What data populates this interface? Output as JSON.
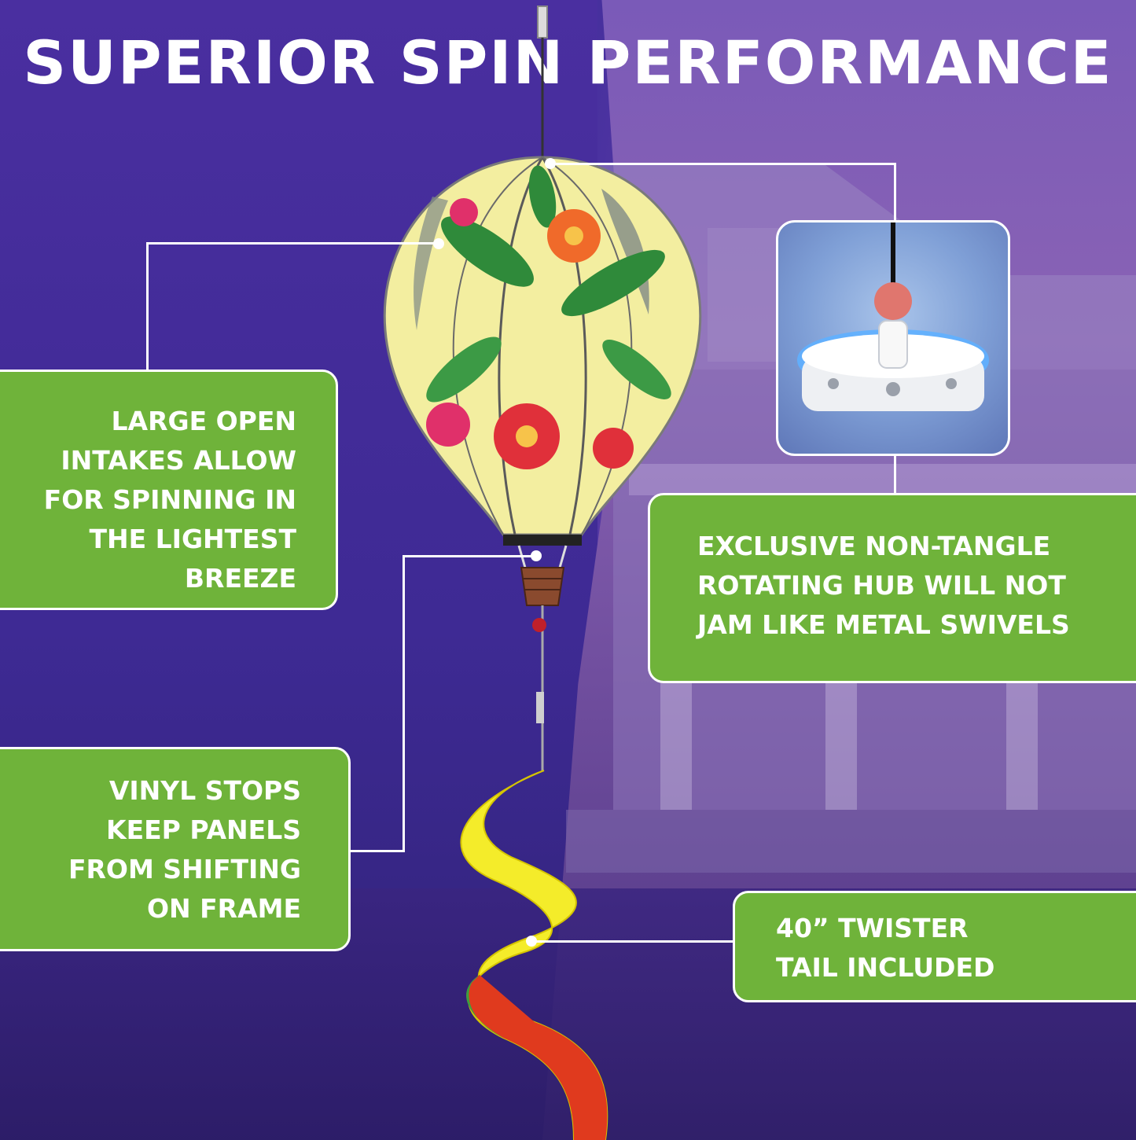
{
  "title": "SUPERIOR SPIN PERFORMANCE",
  "callouts": {
    "intakes": [
      "LARGE OPEN",
      "INTAKES ALLOW",
      "FOR SPINNING IN",
      "THE LIGHTEST",
      "BREEZE"
    ],
    "hub": [
      "EXCLUSIVE NON-TANGLE",
      "ROTATING HUB WILL NOT",
      "JAM LIKE METAL SWIVELS"
    ],
    "vinyl": [
      "VINYL STOPS",
      "KEEP PANELS",
      "FROM SHIFTING",
      "ON FRAME"
    ],
    "tail": [
      "40” TWISTER",
      "TAIL INCLUDED"
    ]
  },
  "colors": {
    "callout_green": "#6fb33a",
    "background_purple": "#47309e",
    "text": "#ffffff"
  },
  "icons": [
    "hot-air-balloon-spinner",
    "twister-tail",
    "rotating-hub"
  ]
}
